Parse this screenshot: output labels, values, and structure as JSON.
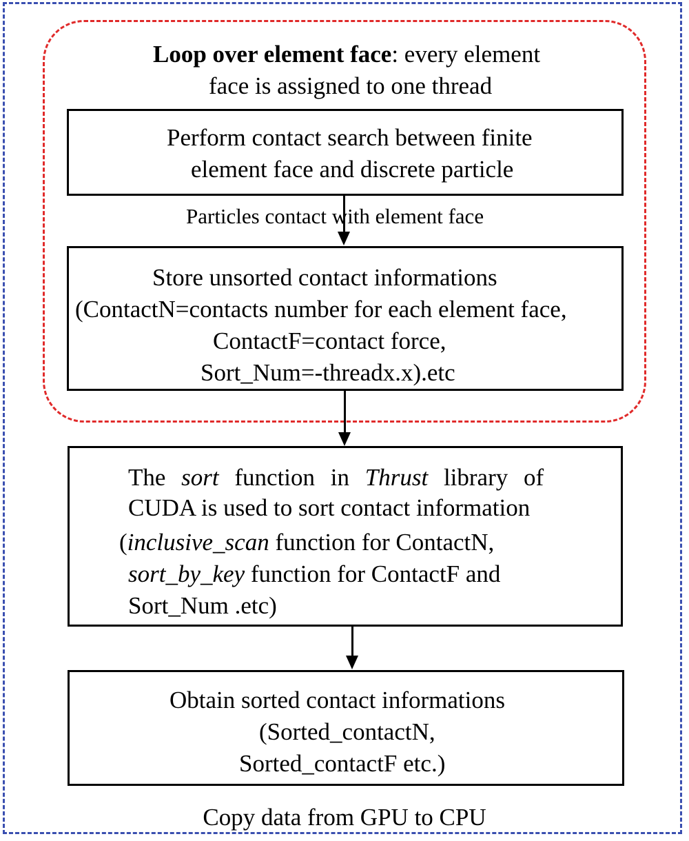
{
  "loop": {
    "title_bold": "Loop over element face",
    "title_rest": ": every element",
    "title_line2": "face is assigned to one thread"
  },
  "box1": {
    "line1": "Perform contact search between finite",
    "line2": "element face and discrete particle"
  },
  "arrow1_label": "Particles contact with element face",
  "box2": {
    "line1": "Store unsorted contact informations",
    "line2": "(ContactN=contacts number for each element face,",
    "line3": "ContactF=contact force,",
    "line4": "Sort_Num=-threadx.x).etc"
  },
  "box3": {
    "l1_a": "The ",
    "l1_sort": "sort",
    "l1_b": " function in ",
    "l1_thrust": "Thrust",
    "l1_c": " library of",
    "line2": "CUDA is used to sort contact information",
    "l3_open": "(",
    "l3_italic": "inclusive_scan",
    "l3_rest": " function for ContactN,",
    "l4_italic": "sort_by_key",
    "l4_rest": " function for ContactF and",
    "line5": "Sort_Num .etc)"
  },
  "box4": {
    "line1": "Obtain sorted contact informations",
    "line2": "(Sorted_contactN,",
    "line3": "Sorted_contactF etc.)"
  },
  "footer": "Copy data from GPU to CPU",
  "colors": {
    "outer_border": "#3a4fb0",
    "loop_border": "#e02a2a",
    "box_border": "#000000"
  }
}
